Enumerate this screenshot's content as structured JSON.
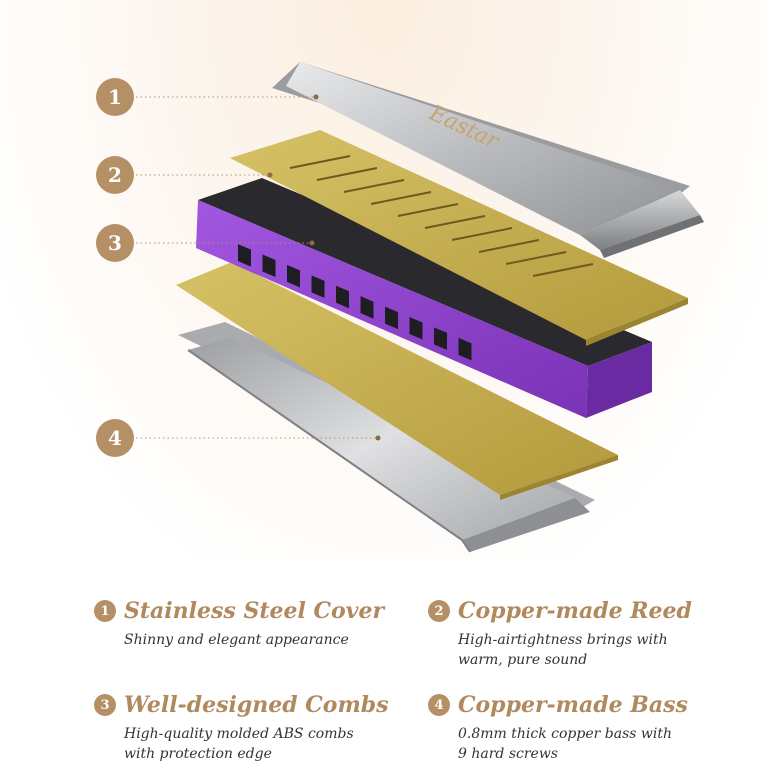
{
  "brand": "Eastar",
  "callouts": [
    "1",
    "2",
    "3",
    "4"
  ],
  "features": [
    {
      "num": "1",
      "title": "Stainless Steel Cover",
      "desc_line1": "Shinny and elegant appearance",
      "desc_line2": ""
    },
    {
      "num": "2",
      "title": "Copper-made Reed",
      "desc_line1": "High-airtightness brings with",
      "desc_line2": "warm, pure sound"
    },
    {
      "num": "3",
      "title": "Well-designed Combs",
      "desc_line1": "High-quality molded ABS combs",
      "desc_line2": "with protection edge"
    },
    {
      "num": "4",
      "title": "Copper-made Bass",
      "desc_line1": "0.8mm thick copper bass with",
      "desc_line2": "9 hard screws"
    }
  ],
  "colors": {
    "accent": "#b59066",
    "title": "#b08a5e",
    "comb": "#8a3fc4",
    "copper_plate": "#c9b04f",
    "steel": "#c9cacc"
  }
}
